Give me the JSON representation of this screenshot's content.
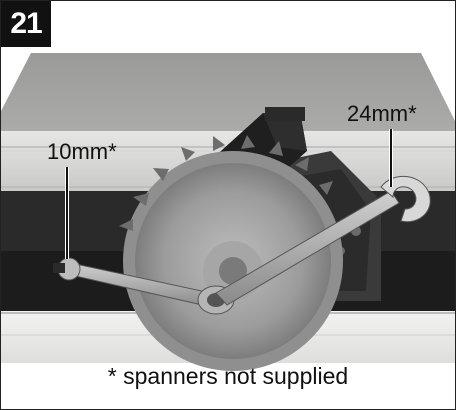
{
  "step_number": "21",
  "labels": {
    "spanner_small": "10mm*",
    "spanner_large": "24mm*"
  },
  "footnote": "* spanners not supplied"
}
